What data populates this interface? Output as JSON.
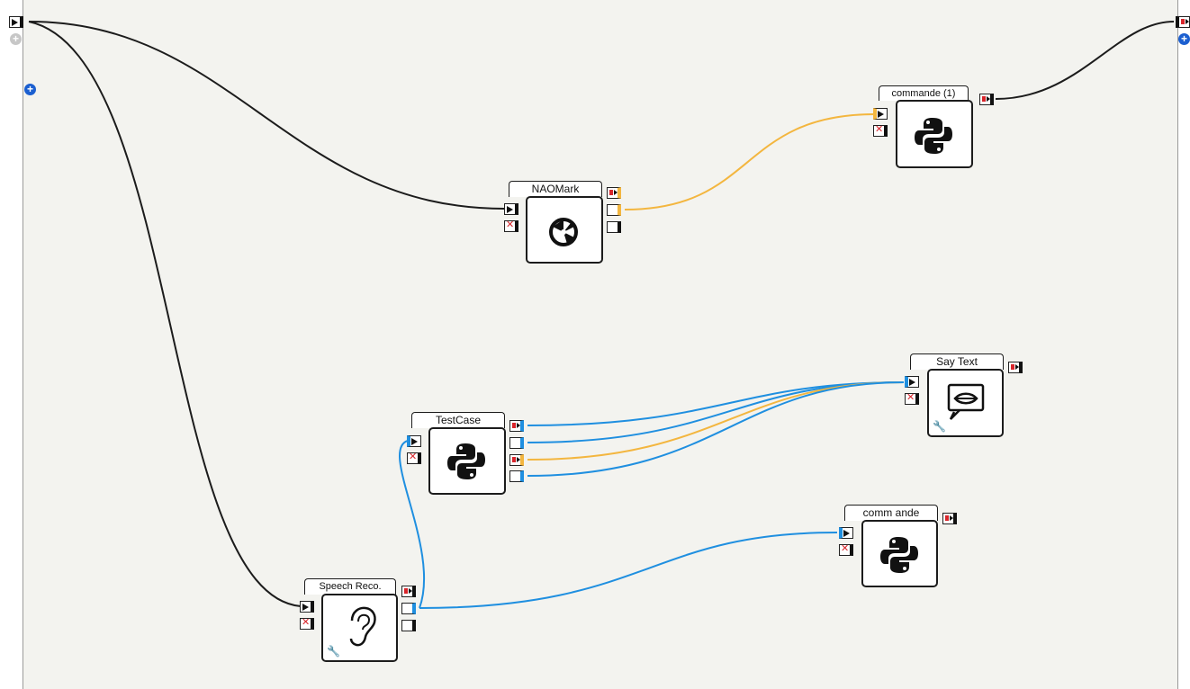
{
  "boxes": {
    "naomark": {
      "title": "NAOMark",
      "icon": "naomark-icon"
    },
    "commande1": {
      "title": "commande (1)",
      "icon": "python-icon"
    },
    "saytext": {
      "title": "Say Text",
      "icon": "speech-bubble-icon"
    },
    "testcase": {
      "title": "TestCase",
      "icon": "python-icon"
    },
    "commande": {
      "title": "comm ande",
      "icon": "python-icon"
    },
    "speechreco": {
      "title": "Speech Reco.",
      "icon": "ear-icon"
    }
  },
  "colors": {
    "bang_wire": "#1c1c1c",
    "string_wire": "#f3b63f",
    "dynamic_wire": "#1f8fe0",
    "stop_glyph": "#d8252b",
    "add_button": "#1b5fd0",
    "canvas": "#f3f3ef"
  },
  "controls": {
    "add_input_icon": "plus-circle-icon",
    "add_output_icon": "plus-circle-icon"
  }
}
